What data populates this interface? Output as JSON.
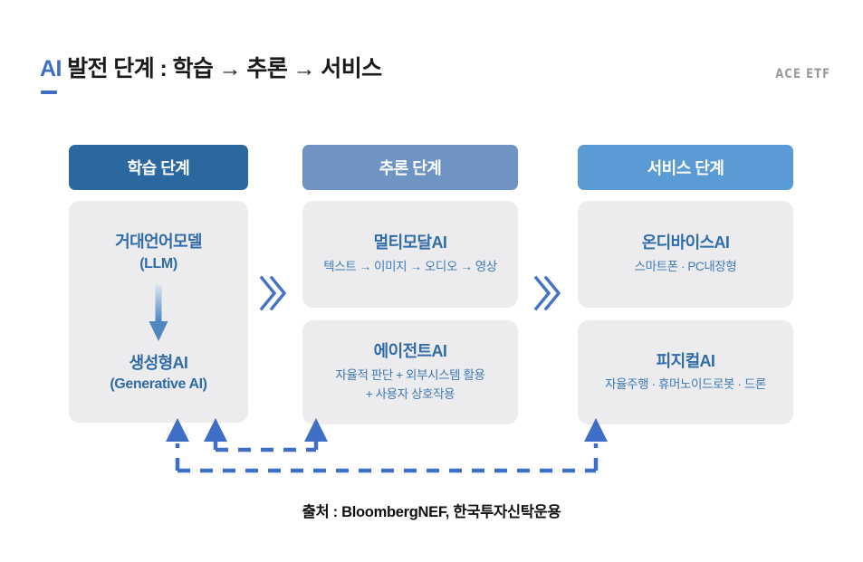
{
  "header": {
    "title_accent": "AI",
    "title_rest": " 발전 단계 : 학습 → 추론 → 서비스",
    "title_full": "AI 발전 단계 : 학습 → 추론 → 서비스",
    "brand_logo": "ACE ETF",
    "accent_color": "#3f6fc4"
  },
  "colors": {
    "stage_1": "#2b689f",
    "stage_2": "#6f94c4",
    "stage_3": "#5b9bd5",
    "panel_bg": "#ececee",
    "card_title": "#2f6ca8",
    "card_sub": "#3f7ab5",
    "chevron": "#4472c4",
    "dashed_arrow": "#3f6fc4"
  },
  "columns": [
    {
      "header": "학습 단계",
      "cards": [
        {
          "title": "거대언어모델",
          "subtitle": "(LLM)",
          "arrow": "down-arrow",
          "title2": "생성형AI",
          "subtitle2": "(Generative AI)"
        }
      ]
    },
    {
      "header": "추론 단계",
      "cards": [
        {
          "title": "멀티모달AI",
          "subtitle": "텍스트 → 이미지 → 오디오 → 영상"
        },
        {
          "title": "에이전트AI",
          "subtitle": "자율적 판단 + 외부시스템 활용",
          "subtitle_line2": "+ 사용자 상호작용"
        }
      ]
    },
    {
      "header": "서비스 단계",
      "cards": [
        {
          "title": "온디바이스AI",
          "subtitle": "스마트폰 · PC내장형"
        },
        {
          "title": "피지컬AI",
          "subtitle": "자율주행 · 휴머노이드로봇 · 드론"
        }
      ]
    }
  ],
  "connectors": {
    "chevron_1": "double-chevron-right",
    "chevron_2": "double-chevron-right",
    "feedback_description": "dashed feedback arrows from service and inference stages back to learning stage"
  },
  "footer": {
    "source": "출처 : BloombergNEF, 한국투자신탁운용"
  }
}
